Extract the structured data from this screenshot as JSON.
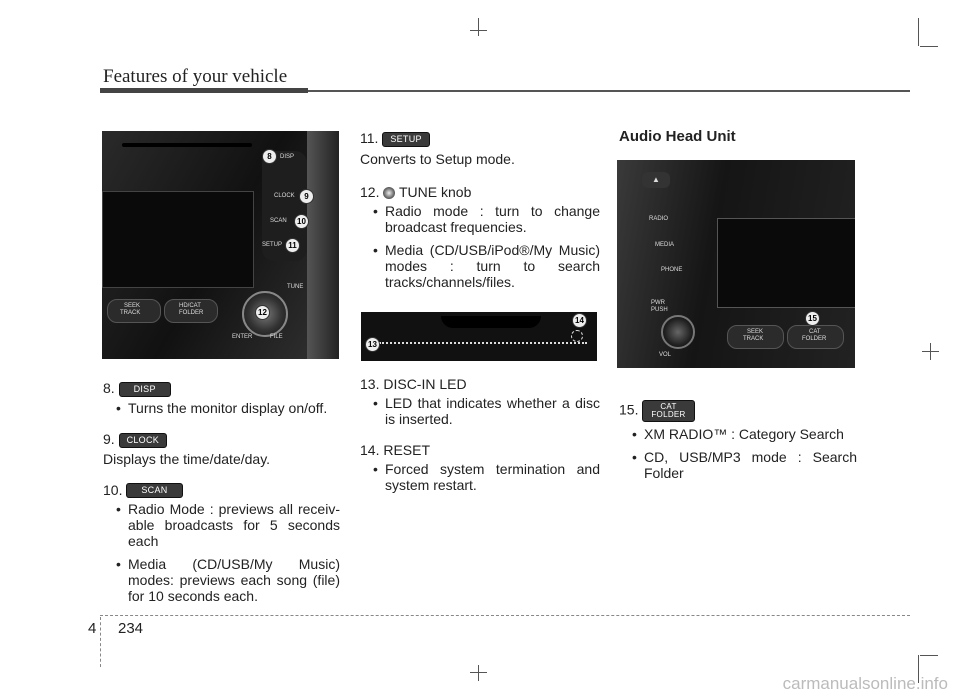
{
  "header": {
    "title": "Features of your vehicle"
  },
  "footer": {
    "chapter": "4",
    "page": "234",
    "watermark": "carmanualsonline.info"
  },
  "left": {
    "item8": {
      "number": "8.",
      "button": "DISP",
      "bullets": [
        "Turns the monitor display on/off."
      ]
    },
    "item9": {
      "number": "9.",
      "button": "CLOCK",
      "text": "Displays the time/date/day."
    },
    "item10": {
      "number": "10.",
      "button": "SCAN",
      "bullets": [
        "Radio Mode : previews all receiv-able broadcasts for 5 seconds each",
        "Media (CD/USB/My Music) modes: previews each song (file) for 10 seconds each."
      ]
    }
  },
  "middle": {
    "item11": {
      "number": "11.",
      "button": "SETUP",
      "text": "Converts to Setup mode."
    },
    "item12": {
      "number": "12.",
      "label": "TUNE knob",
      "bullets": [
        "Radio mode : turn to change broadcast frequencies.",
        "Media (CD/USB/iPod®/My Music) modes : turn to search tracks/channels/files."
      ]
    },
    "item13": {
      "heading": "13. DISC-IN LED",
      "bullets": [
        "LED that indicates whether a disc is inserted."
      ]
    },
    "item14": {
      "heading": "14. RESET",
      "bullets": [
        "Forced system termination and system restart."
      ]
    }
  },
  "right": {
    "heading": "Audio Head Unit",
    "item15": {
      "number": "15.",
      "button_line1": "CAT",
      "button_line2": "FOLDER",
      "bullets": [
        "XM RADIO™ : Category Search",
        "CD, USB/MP3 mode : Search Folder"
      ]
    }
  },
  "photo1": {
    "labels": {
      "disp": "DISP",
      "clock": "CLOCK",
      "scan": "SCAN",
      "setup": "SETUP",
      "tune": "TUNE",
      "seek1": "SEEK",
      "seek2": "TRACK",
      "hd1": "HD/CAT",
      "hd2": "FOLDER",
      "enter": "ENTER",
      "file": "FILE"
    },
    "markers": {
      "m8": "8",
      "m9": "9",
      "m10": "10",
      "m11": "11",
      "m12": "12"
    }
  },
  "photo2": {
    "markers": {
      "m13": "13",
      "m14": "14"
    }
  },
  "photo3": {
    "labels": {
      "radio": "RADIO",
      "media": "MEDIA",
      "phone": "PHONE",
      "pwr": "PWR",
      "push": "PUSH",
      "vol": "VOL",
      "seek1": "SEEK",
      "seek2": "TRACK",
      "cat1": "CAT",
      "cat2": "FOLDER"
    },
    "markers": {
      "m15": "15"
    }
  }
}
